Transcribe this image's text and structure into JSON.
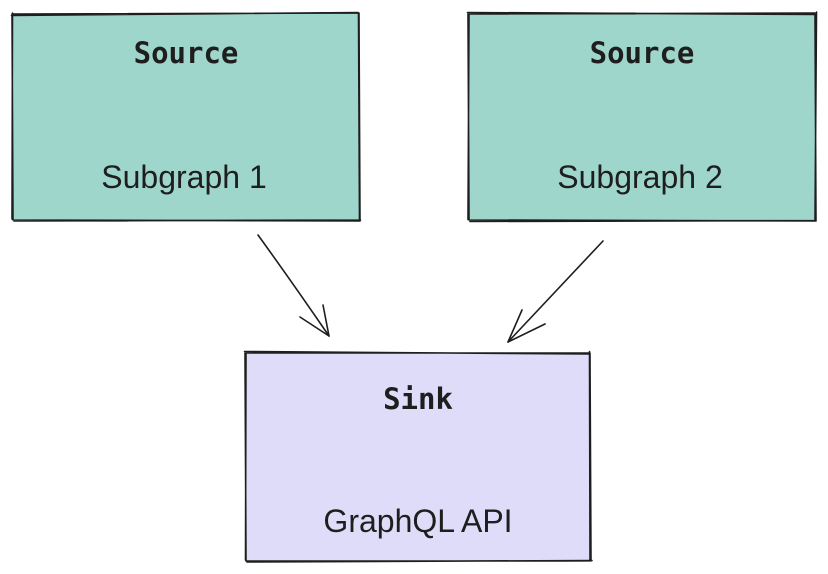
{
  "nodes": {
    "source1": {
      "title": "Source",
      "subtitle": "Subgraph 1",
      "fill": "#9fd6cc"
    },
    "source2": {
      "title": "Source",
      "subtitle": "Subgraph 2",
      "fill": "#9fd6cc"
    },
    "sink": {
      "title": "Sink",
      "subtitle": "GraphQL API",
      "fill": "#dedcf8"
    }
  },
  "colors": {
    "stroke": "#1e1e1e",
    "background": "#ffffff"
  },
  "edges": [
    {
      "from": "source1",
      "to": "sink"
    },
    {
      "from": "source2",
      "to": "sink"
    }
  ]
}
